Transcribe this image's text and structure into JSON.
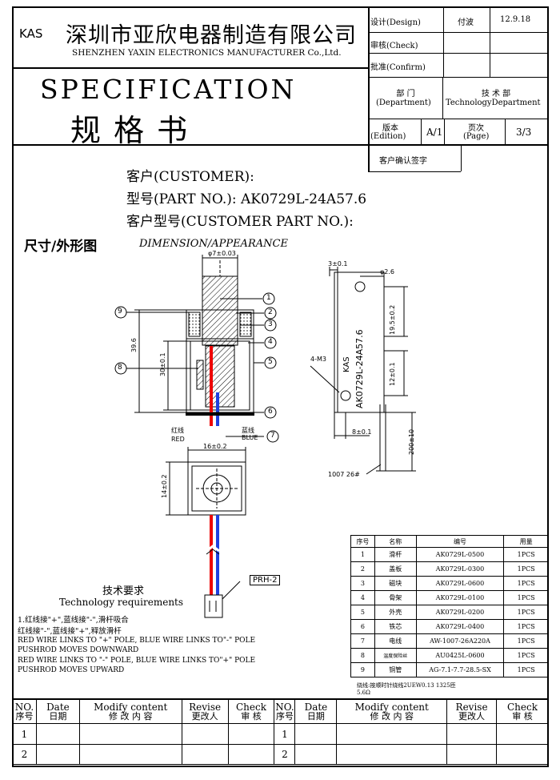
{
  "header": {
    "brand": "KAS",
    "company_cn": "深圳市亚欣电器制造有限公司",
    "company_en": "SHENZHEN YAXIN ELECTRONICS MANUFACTURER Co.,Ltd.",
    "title_en": "SPECIFICATION",
    "title_cn": "规   格   书"
  },
  "approval": {
    "design_label": "设计(Design)",
    "design_name": "付波",
    "design_date": "12.9.18",
    "check_label": "审核(Check)",
    "confirm_label": "批准(Confirm)",
    "department_label_cn": "部  门",
    "department_label_en": "(Department)",
    "department_value_cn": "技 术 部",
    "department_value_en": "TechnologyDepartment",
    "edition_label_cn": "版本",
    "edition_label_en": "(Edition)",
    "edition_value": "A/1",
    "page_label_cn": "页次",
    "page_label_en": "(Page)",
    "page_value": "3/3",
    "customer_sign_label": "客户确认签字"
  },
  "customer": {
    "customer_label": "客户(CUSTOMER):",
    "part_label": "型号(PART NO.): AK0729L-24A57.6",
    "customer_part_label": "客户型号(CUSTOMER PART NO.):"
  },
  "drawing": {
    "section_cn": "尺寸/外形图",
    "section_en": "DIMENSION/APPEARANCE",
    "dim_diameter": "φ7±0.03",
    "dim_height": "39.6",
    "dim_body": "30±0.1",
    "dim_width": "16±0.2",
    "dim_depth": "14±0.2",
    "dim_top": "3±0.1",
    "dim_hole": "φ2.6",
    "dim_hole_pos": "19.5±0.2",
    "dim_lower": "12±0.1",
    "dim_side": "8±0.1",
    "dim_wire": "200±10",
    "wire_spec": "1007 26#",
    "screw": "4-M3",
    "label_kas": "KAS",
    "label_part": "AK0729L-24A57.6",
    "red_cn": "红线",
    "red_en": "RED",
    "blue_cn": "蓝线",
    "blue_en": "BLUE",
    "connector": "PRH-2",
    "callouts": [
      "1",
      "2",
      "3",
      "4",
      "5",
      "6",
      "7",
      "8",
      "9"
    ]
  },
  "requirements": {
    "title_cn": "技术要求",
    "title_en": "Technology requirements",
    "line1": "1.红线接\"+\",蓝线接\"-\",滑杆吸合",
    "line2": "  红线接\"-\",蓝线接\"+\",释放滑杆",
    "line3": "RED WIRE LINKS TO \"+\" POLE, BLUE WIRE LINKS TO\"-\" POLE",
    "line4": "PUSHROD MOVES DOWNWARD",
    "line5": "RED WIRE LINKS TO \"-\" POLE, BLUE WIRE LINKS TO\"+\" POLE",
    "line6": "PUSHROD MOVES UPWARD"
  },
  "parts": {
    "headers": [
      "序号",
      "名称",
      "编号",
      "用量"
    ],
    "rows": [
      [
        "1",
        "滑杆",
        "AK0729L-0500",
        "1PCS"
      ],
      [
        "2",
        "盖板",
        "AK0729L-0300",
        "1PCS"
      ],
      [
        "3",
        "磁块",
        "AK0729L-0600",
        "1PCS"
      ],
      [
        "4",
        "骨架",
        "AK0729L-0100",
        "1PCS"
      ],
      [
        "5",
        "外壳",
        "AK0729L-0200",
        "1PCS"
      ],
      [
        "6",
        "铁芯",
        "AK0729L-0400",
        "1PCS"
      ],
      [
        "7",
        "电线",
        "AW-1007-26A220A",
        "1PCS"
      ],
      [
        "8",
        "温度保险丝",
        "AU0425L-0600",
        "1PCS"
      ],
      [
        "9",
        "铜管",
        "AG-7.1-7.7-28.5-SX",
        "1PCS"
      ]
    ],
    "note": "绕线:按顺时针绕线2UEW0.13 1325匝",
    "note2": "5.6Ω"
  },
  "revision": {
    "headers_left": [
      {
        "en": "NO.",
        "cn": "序号"
      },
      {
        "en": "Date",
        "cn": "日期"
      },
      {
        "en": "Modify content",
        "cn": "修 改 内 容"
      },
      {
        "en": "Revise",
        "cn": "更改人"
      },
      {
        "en": "Check",
        "cn": "审  核"
      }
    ],
    "headers_right": [
      {
        "en": "NO.",
        "cn": "序号"
      },
      {
        "en": "Date",
        "cn": "日期"
      },
      {
        "en": "Modify content",
        "cn": "修 改 内 容"
      },
      {
        "en": "Revise",
        "cn": "更改人"
      },
      {
        "en": "Check",
        "cn": "审  核"
      }
    ],
    "row_numbers": [
      "1",
      "2"
    ]
  }
}
